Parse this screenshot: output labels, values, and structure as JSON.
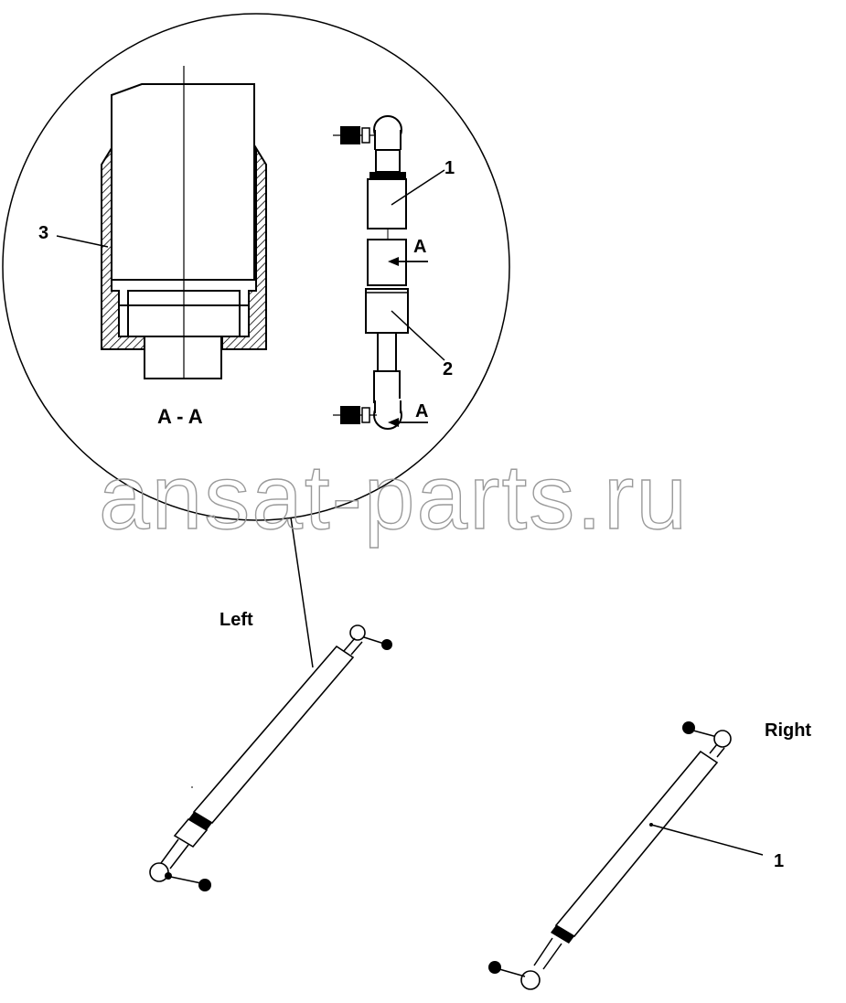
{
  "labels": {
    "section": "A - A",
    "left": "Left",
    "right": "Right",
    "callout_1_detail": "1",
    "callout_2_detail": "2",
    "callout_3_detail": "3",
    "callout_1_right": "1",
    "section_arrow_a_upper": "A",
    "section_arrow_a_lower": "A"
  },
  "watermark": "ansat-parts.ru",
  "icons": {
    "ball_joint": "ball-joint-icon",
    "nut": "nut-icon"
  }
}
